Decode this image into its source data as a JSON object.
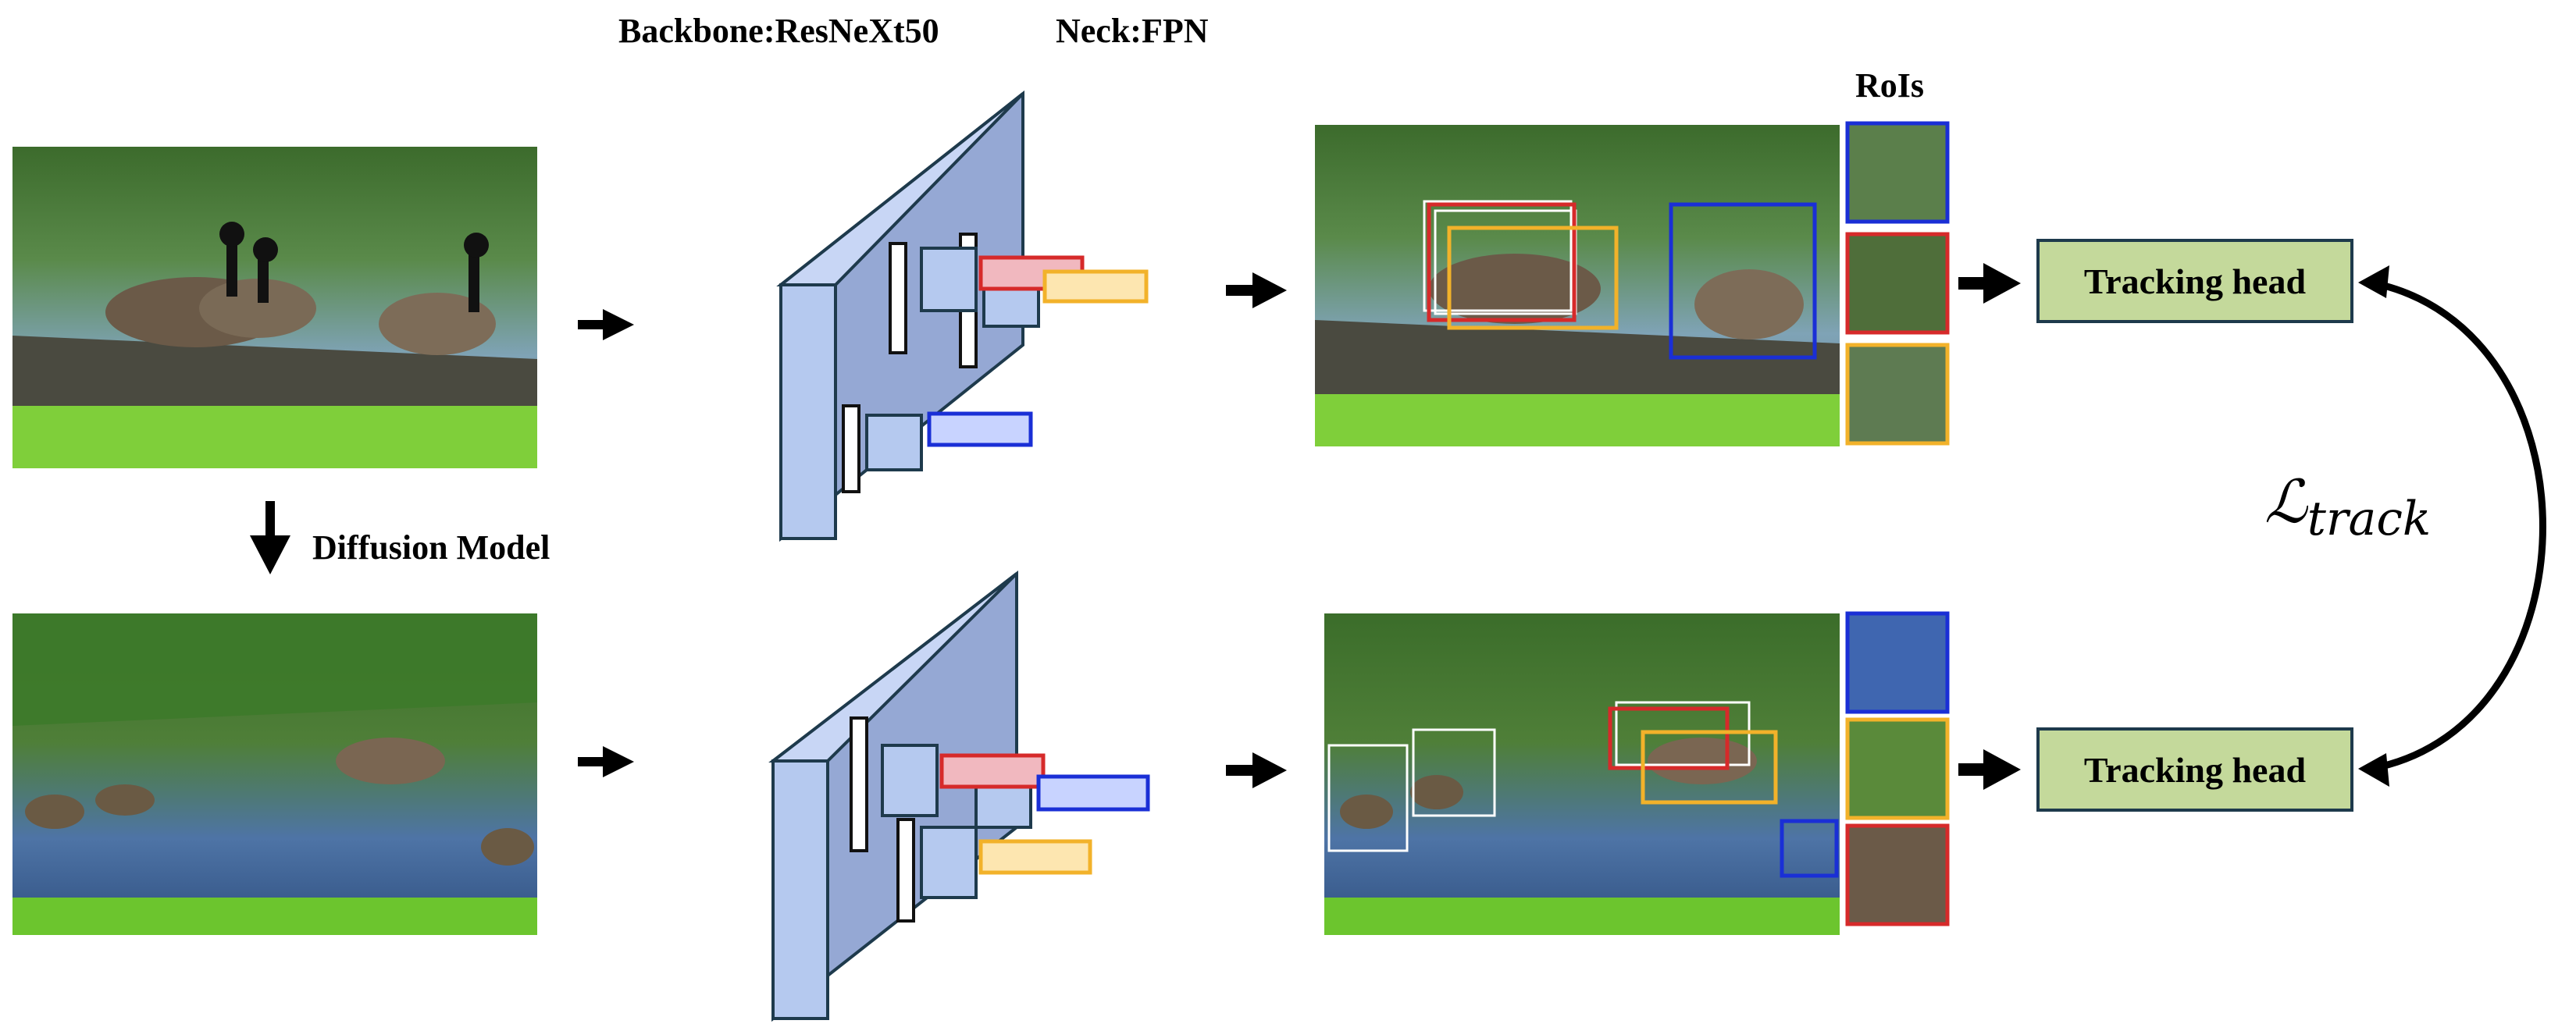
{
  "labels": {
    "backbone": "Backbone:ResNeXt50",
    "neck": "Neck:FPN",
    "rois": "RoIs",
    "diffusion": "Diffusion Model",
    "tracking_head_top": "Tracking head",
    "tracking_head_bottom": "Tracking head",
    "loss_symbol": "ℒ",
    "loss_subscript": "track"
  },
  "colors": {
    "roi_blue": "#1a2fd6",
    "roi_red": "#d62a2a",
    "roi_yellow": "#f2b22a",
    "backbone_fill": "#b5c9ef",
    "head_fill": "#c4d99b",
    "head_border": "#1e3a4c"
  }
}
